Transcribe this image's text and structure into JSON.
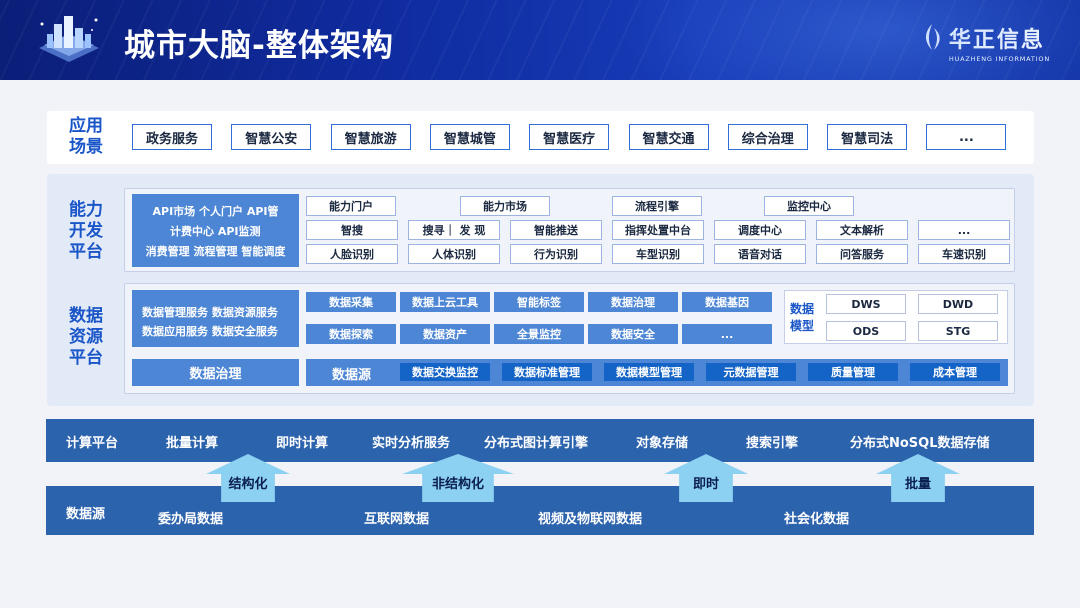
{
  "header": {
    "title": "城市大脑-整体架构",
    "brand_name": "华正信息",
    "brand_sub": "HUAZHENG INFORMATION"
  },
  "app": {
    "label": "应用\n场景",
    "items": [
      "政务服务",
      "智慧公安",
      "智慧旅游",
      "智慧城管",
      "智慧医疗",
      "智慧交通",
      "综合治理",
      "智慧司法",
      "..."
    ]
  },
  "cap": {
    "label": "能力\n开发\n平台",
    "left_lines": [
      "API市场  个人门户  API管",
      "计费中心  API监测",
      "消费管理  流程管理  智能调度"
    ],
    "headers": [
      "能力门户",
      "能力市场",
      "流程引擎",
      "监控中心"
    ],
    "row1": [
      "智搜",
      "搜寻｜ 发 现",
      "智能推送",
      "指挥处置中台",
      "调度中心",
      "文本解析",
      "..."
    ],
    "row2": [
      "人脸识别",
      "人体识别",
      "行为识别",
      "车型识别",
      "语音对话",
      "问答服务",
      "车速识别"
    ]
  },
  "data": {
    "label": "数据\n资源\n平台",
    "left_lines": [
      "数据管理服务  数据资源服务",
      "数据应用服务  数据安全服务"
    ],
    "row1": [
      "数据采集",
      "数据上云工具",
      "智能标签",
      "数据治理",
      "数据基因"
    ],
    "row2": [
      "数据探索",
      "数据资产",
      "全景监控",
      "数据安全",
      "..."
    ],
    "model_label": "数据\n模型",
    "models": [
      "DWS",
      "DWD",
      "ODS",
      "STG"
    ],
    "governance": "数据治理",
    "source_label": "数据源",
    "tools": [
      "数据交换监控",
      "数据标准管理",
      "数据模型管理",
      "元数据管理",
      "质量管理",
      "成本管理"
    ]
  },
  "compute": {
    "label": "计算平台",
    "items": [
      "批量计算",
      "即时计算",
      "实时分析服务",
      "分布式图计算引擎",
      "对象存储",
      "搜索引擎",
      "分布式NoSQL数据存储"
    ]
  },
  "arrows": [
    "结构化",
    "非结构化",
    "即时",
    "批量"
  ],
  "source": {
    "label": "数据源",
    "items": [
      "委办局数据",
      "互联网数据",
      "视频及物联网数据",
      "社会化数据"
    ]
  }
}
